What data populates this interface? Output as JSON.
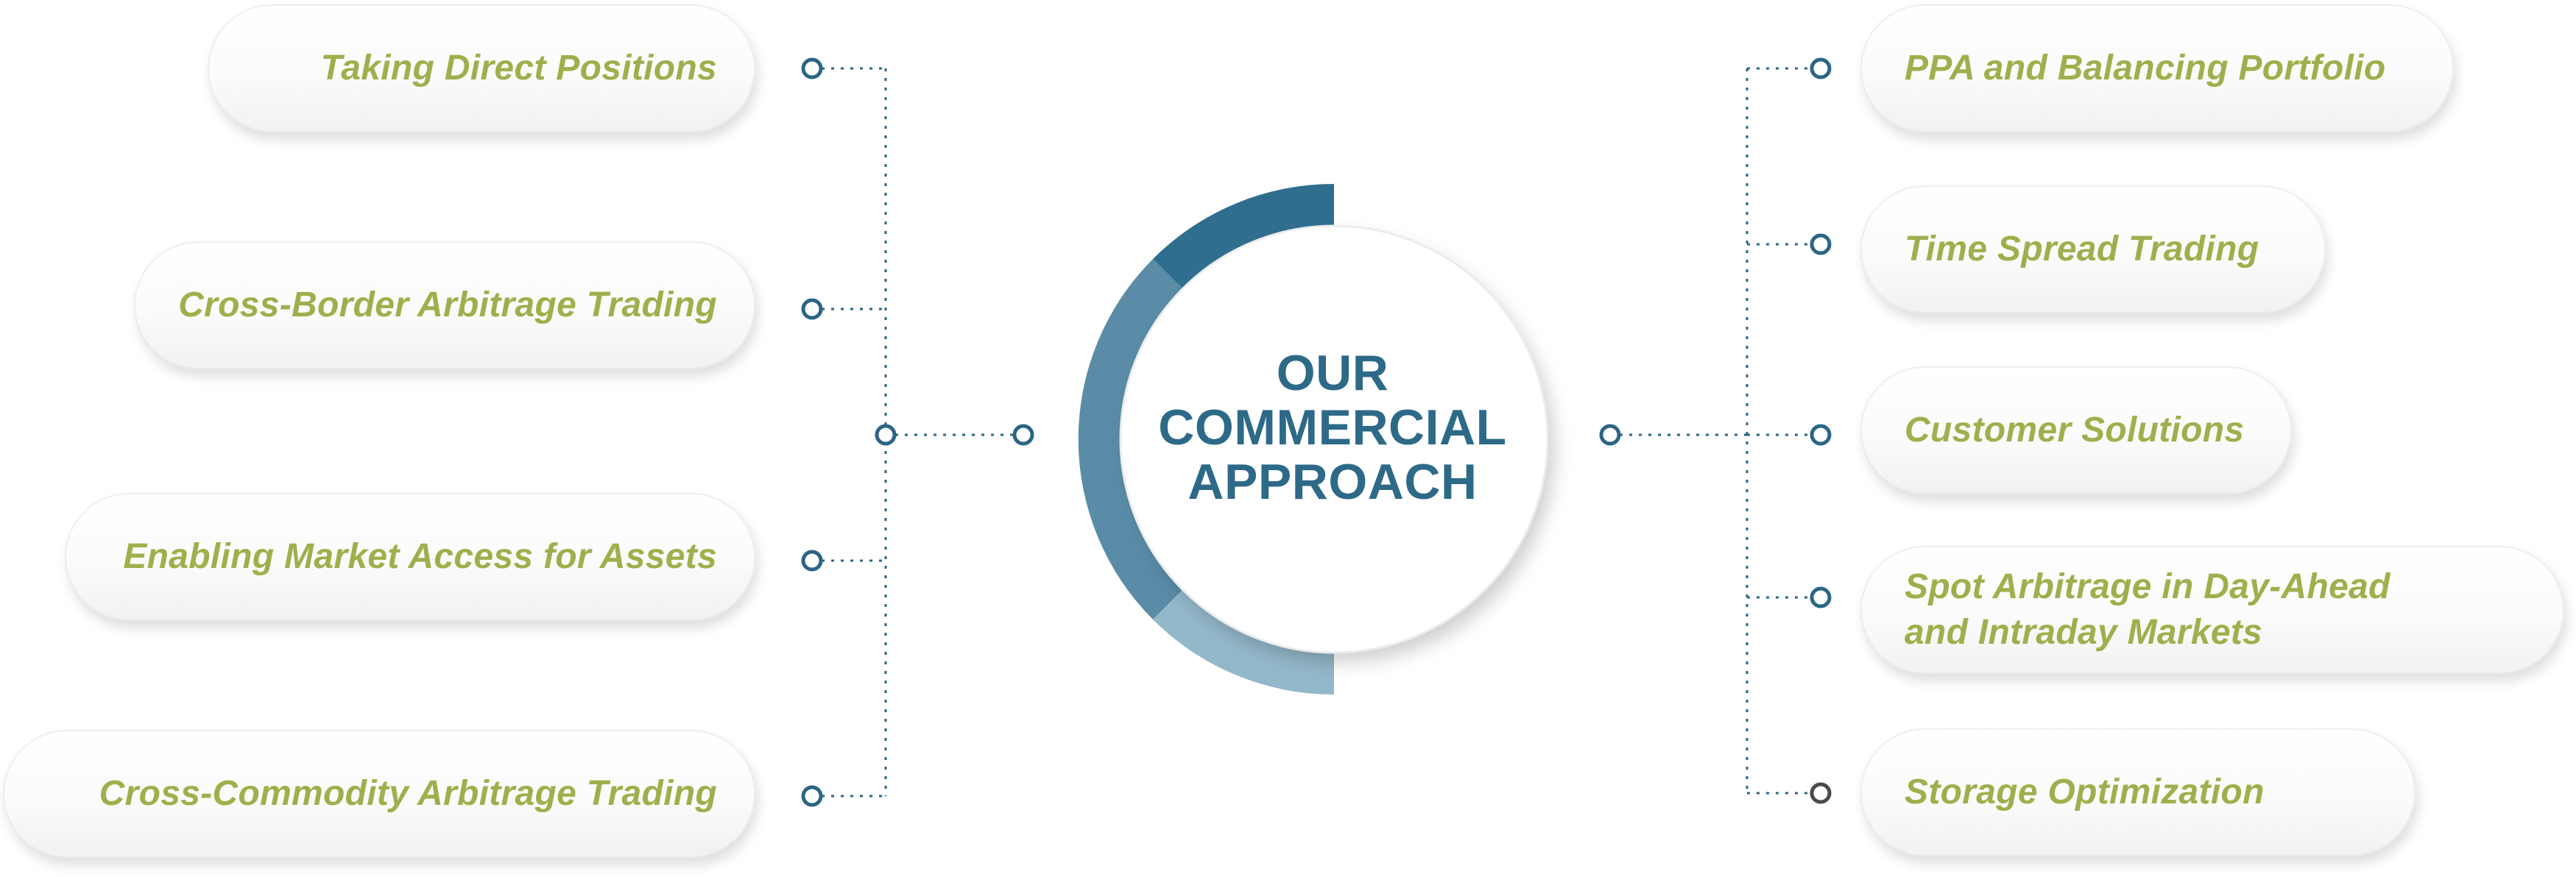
{
  "center": {
    "title": "OUR\nCOMMERCIAL\nAPPROACH"
  },
  "left_items": [
    {
      "label": "Taking Direct Positions"
    },
    {
      "label": "Cross-Border Arbitrage Trading"
    },
    {
      "label": "Enabling Market Access for Assets"
    },
    {
      "label": "Cross-Commodity Arbitrage Trading"
    }
  ],
  "right_items": [
    {
      "label": "PPA and Balancing Portfolio"
    },
    {
      "label": "Time Spread Trading"
    },
    {
      "label": "Customer Solutions"
    },
    {
      "label": "Spot Arbitrage in Day-Ahead\nand Intraday Markets"
    },
    {
      "label": "Storage Optimization"
    }
  ],
  "colors": {
    "label_green": "#9db04c",
    "title_blue": "#2d6a88",
    "ring_dark": "#2f6e8f",
    "ring_mid": "#5a8ca7",
    "ring_light": "#93b8ca",
    "connector": "#2b6585"
  }
}
